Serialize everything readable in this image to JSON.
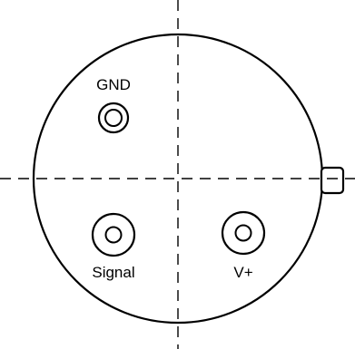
{
  "pins": [
    {
      "id": "gnd",
      "label": "GND"
    },
    {
      "id": "signal",
      "label": "Signal"
    },
    {
      "id": "vplus",
      "label": "V+"
    }
  ],
  "colors": {
    "stroke": "#000000",
    "background": "#ffffff"
  }
}
